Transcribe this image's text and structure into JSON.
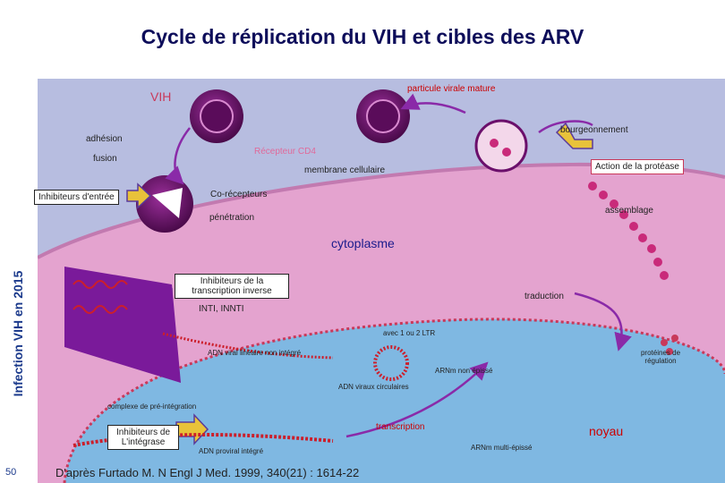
{
  "title": "Cycle de réplication du VIH et cibles des ARV",
  "side_title": "Infection VIH en 2015",
  "page_number": "50",
  "labels": {
    "particle": "particule virale mature",
    "vih": "VIH",
    "budding": "bourgeonnement",
    "adhesion": "adhésion",
    "fusion": "fusion",
    "cd4": "Récepteur CD4",
    "membrane": "membrane cellulaire",
    "protease": "Action de la protéase",
    "entry_inhibitors": "Inhibiteurs d'entrée",
    "coreceptors": "Co-récepteurs",
    "penetration": "pénétration",
    "assembly": "assemblage",
    "cytoplasm": "cytoplasme",
    "rt_inhibitors": "Inhibiteurs de la transcription inverse",
    "inti": "INTI, INNTI",
    "translation": "traduction",
    "ltr": "avec 1 ou 2 LTR",
    "linear_dna": "ADN viral linéaire non intégré",
    "unspliced": "ARNm non épissé",
    "reg_proteins": "protéines de régulation",
    "circular_dna": "ADN viraux circulaires",
    "preintegration": "complexe de pré-intégration",
    "integrase_inhibitors": "Inhibiteurs de L'intégrase",
    "transcription": "transcription",
    "nucleus": "noyau",
    "proviral": "ADN proviral intégré",
    "multispliced": "ARNm multi-épissé"
  },
  "reference": "D'après Furtado M. N Engl J Med. 1999, 340(21) : 1614-22",
  "colors": {
    "title": "#0d0d5a",
    "side_title": "#1b3a8c",
    "background": "#b7bde0",
    "cell": "#e4a3cf",
    "nucleus": "#7fb8e2",
    "virus": "#6b0f6b",
    "dna": "#cc1f2b",
    "arrow": "#8a2aa8",
    "drug_arrow": "#e8c23a"
  }
}
